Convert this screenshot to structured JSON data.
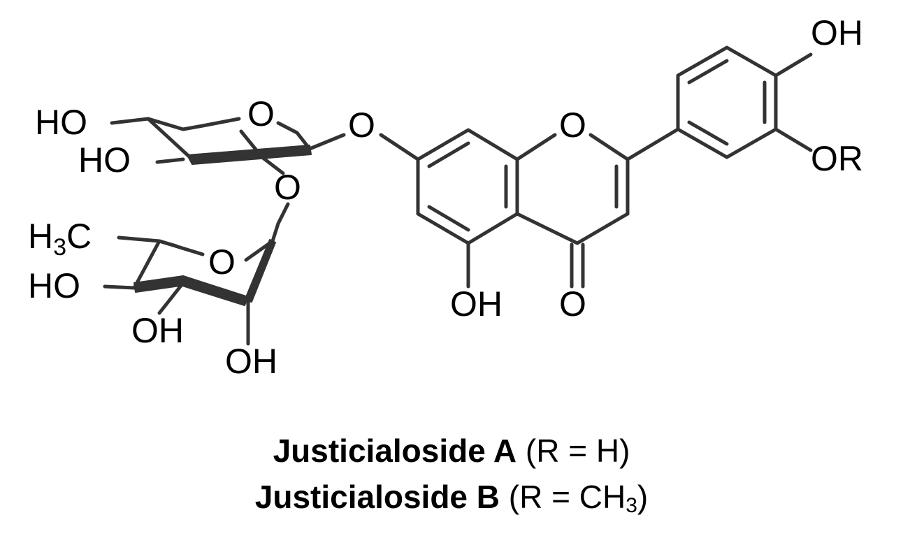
{
  "atoms": {
    "ho_xylose_top": "HO",
    "ho_xylose_bottom": "HO",
    "o_xylose_ring": "O",
    "o_glycosidic": "O",
    "o_linkage": "O",
    "h3c": "H",
    "h3c_sub": "3",
    "h3c_c": "C",
    "o_rhamnose_ring": "O",
    "ho_rhamnose": "HO",
    "oh_rhamnose_1": "OH",
    "oh_rhamnose_2": "OH",
    "o_chromone_ring": "O",
    "oh_c5": "OH",
    "o_carbonyl": "O",
    "oh_c4prime": "OH",
    "or_c3prime": "OR"
  },
  "captions": [
    {
      "name": "Justicialoside A",
      "r_open": "(R = H)",
      "r_sub": "",
      "r_close": ""
    },
    {
      "name": "Justicialoside B",
      "r_open": "(R = CH",
      "r_sub": "3",
      "r_close": ")"
    }
  ]
}
